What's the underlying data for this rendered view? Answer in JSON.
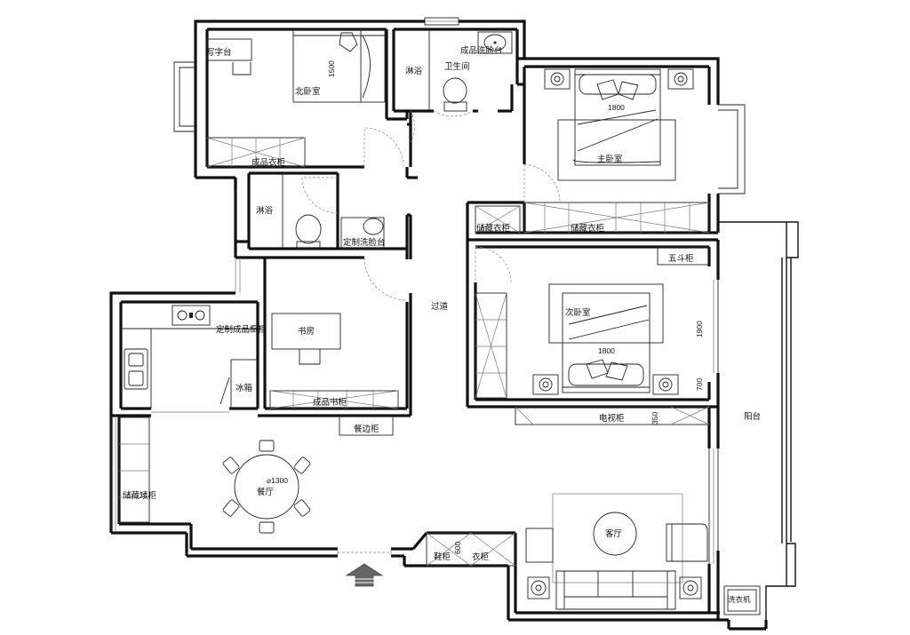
{
  "rooms": {
    "desk": "写字台",
    "north_bedroom": "北卧室",
    "dim_1500": "1500",
    "north_wardrobe": "成品衣柜",
    "shower_1": "淋浴",
    "vanity_finished": "成品洗脸台",
    "bathroom": "卫生间",
    "master_bedroom": "主卧室",
    "bed_1800_master": "1800",
    "storage_wardrobe_left": "储藏衣柜",
    "storage_wardrobe_right": "储藏衣柜",
    "shower_2": "淋浴",
    "vanity_custom": "定制洗脸台",
    "corridor": "过道",
    "chest_of_drawers": "五斗柜",
    "second_bedroom": "次卧室",
    "bed_1800_second": "1800",
    "dim_1900": "1900",
    "dim_700": "700",
    "tv_cabinet": "电视柜",
    "dim_350": "350",
    "balcony": "阳台",
    "custom_cabinet": "定制成品橱柜",
    "study": "书房",
    "fridge": "冰箱",
    "bookcase": "成品书柜",
    "sideboard": "餐边柜",
    "table_size": "⌀1300",
    "dining_room": "餐厅",
    "storage_cabinet": "储藏矮柜",
    "shoe_cabinet": "鞋柜",
    "dim_600": "600",
    "coat_cabinet": "衣柜",
    "living_room": "客厅",
    "washing_machine": "洗衣机"
  }
}
